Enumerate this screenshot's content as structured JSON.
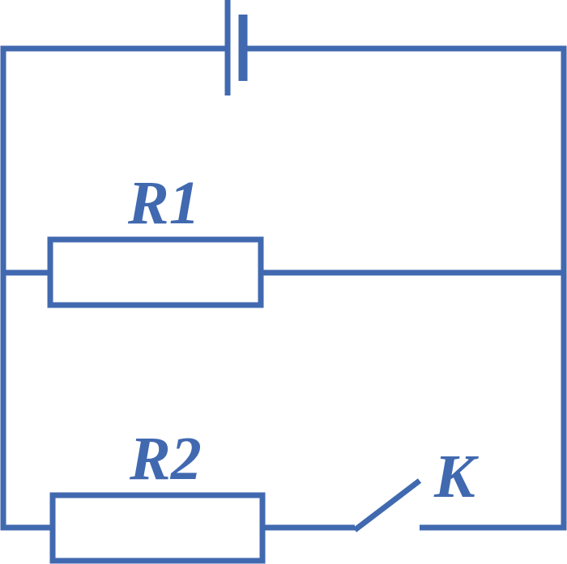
{
  "colors": {
    "wire": "#4169b0",
    "background": "#ffffff"
  },
  "components": {
    "battery": {
      "icon": "battery-cell-icon"
    },
    "resistor_1": {
      "label": "R1"
    },
    "resistor_2": {
      "label": "R2"
    },
    "switch": {
      "label": "K",
      "state": "open"
    }
  }
}
